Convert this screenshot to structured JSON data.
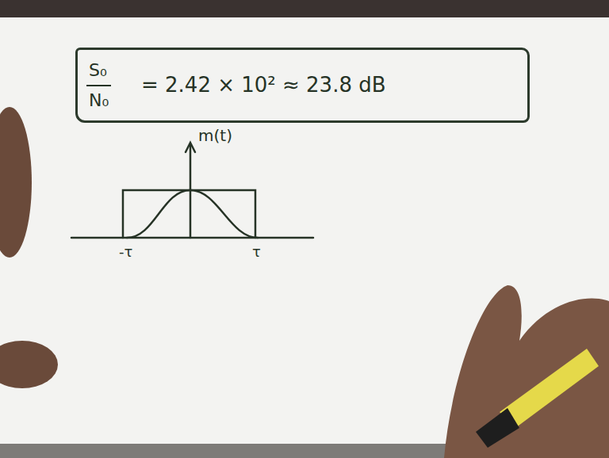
{
  "diagram": {
    "nodes": [
      {
        "text": [
          "S₀",
          "N₀",
          "= 2.42 × 10² ≈ 23.8 dB"
        ]
      }
    ],
    "labels": [
      "m(t)",
      "-τ",
      "τ"
    ]
  }
}
